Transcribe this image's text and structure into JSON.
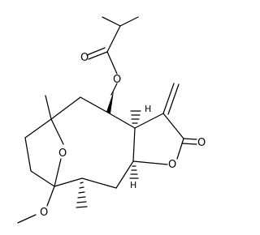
{
  "molecule": {
    "atoms": {
      "ester_O": "O",
      "carbonyl_O": "O",
      "bridge_O": "O",
      "methoxy_O": "O",
      "lactone_ring_O": "O",
      "lactone_carbonyl_O": "O",
      "h_top": "H",
      "h_bottom": "H"
    }
  }
}
